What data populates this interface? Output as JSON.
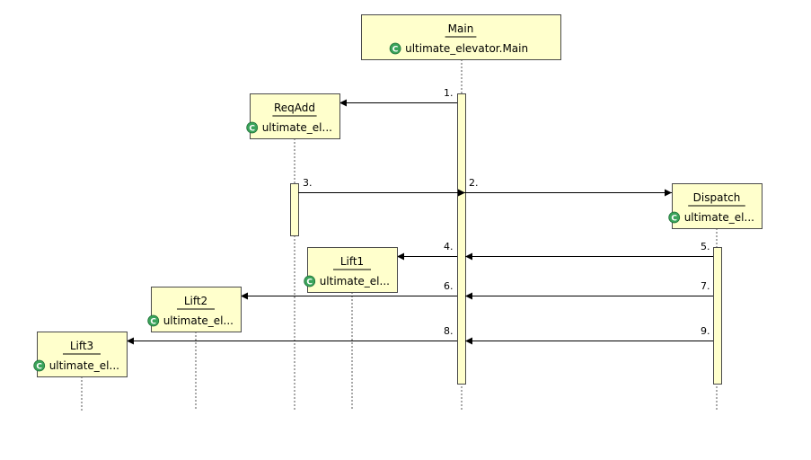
{
  "colors": {
    "box_fill": "#ffffcc",
    "box_stroke": "#4a4a4a",
    "class_icon_fill": "#3aa35a",
    "class_icon_letter": "#ffffff",
    "line": "#000000",
    "lifeline": "#555555"
  },
  "participants": [
    {
      "id": "main",
      "name": "Main",
      "class_label": "ultimate_elevator.Main",
      "icon": "class-icon"
    },
    {
      "id": "reqadd",
      "name": "ReqAdd",
      "class_label": "ultimate_el...",
      "icon": "class-icon"
    },
    {
      "id": "dispatch",
      "name": "Dispatch",
      "class_label": "ultimate_el...",
      "icon": "class-icon"
    },
    {
      "id": "lift1",
      "name": "Lift1",
      "class_label": "ultimate_el...",
      "icon": "class-icon"
    },
    {
      "id": "lift2",
      "name": "Lift2",
      "class_label": "ultimate_el...",
      "icon": "class-icon"
    },
    {
      "id": "lift3",
      "name": "Lift3",
      "class_label": "ultimate_el...",
      "icon": "class-icon"
    }
  ],
  "messages": [
    {
      "label": "1.",
      "from": "main",
      "to": "reqadd"
    },
    {
      "label": "2.",
      "from": "main",
      "to": "dispatch"
    },
    {
      "label": "3.",
      "from": "reqadd",
      "to": "dispatch"
    },
    {
      "label": "4.",
      "from": "main",
      "to": "lift1"
    },
    {
      "label": "5.",
      "from": "dispatch",
      "to": "lift1"
    },
    {
      "label": "6.",
      "from": "main",
      "to": "lift2"
    },
    {
      "label": "7.",
      "from": "dispatch",
      "to": "lift2"
    },
    {
      "label": "8.",
      "from": "main",
      "to": "lift3"
    },
    {
      "label": "9.",
      "from": "dispatch",
      "to": "lift3"
    }
  ]
}
